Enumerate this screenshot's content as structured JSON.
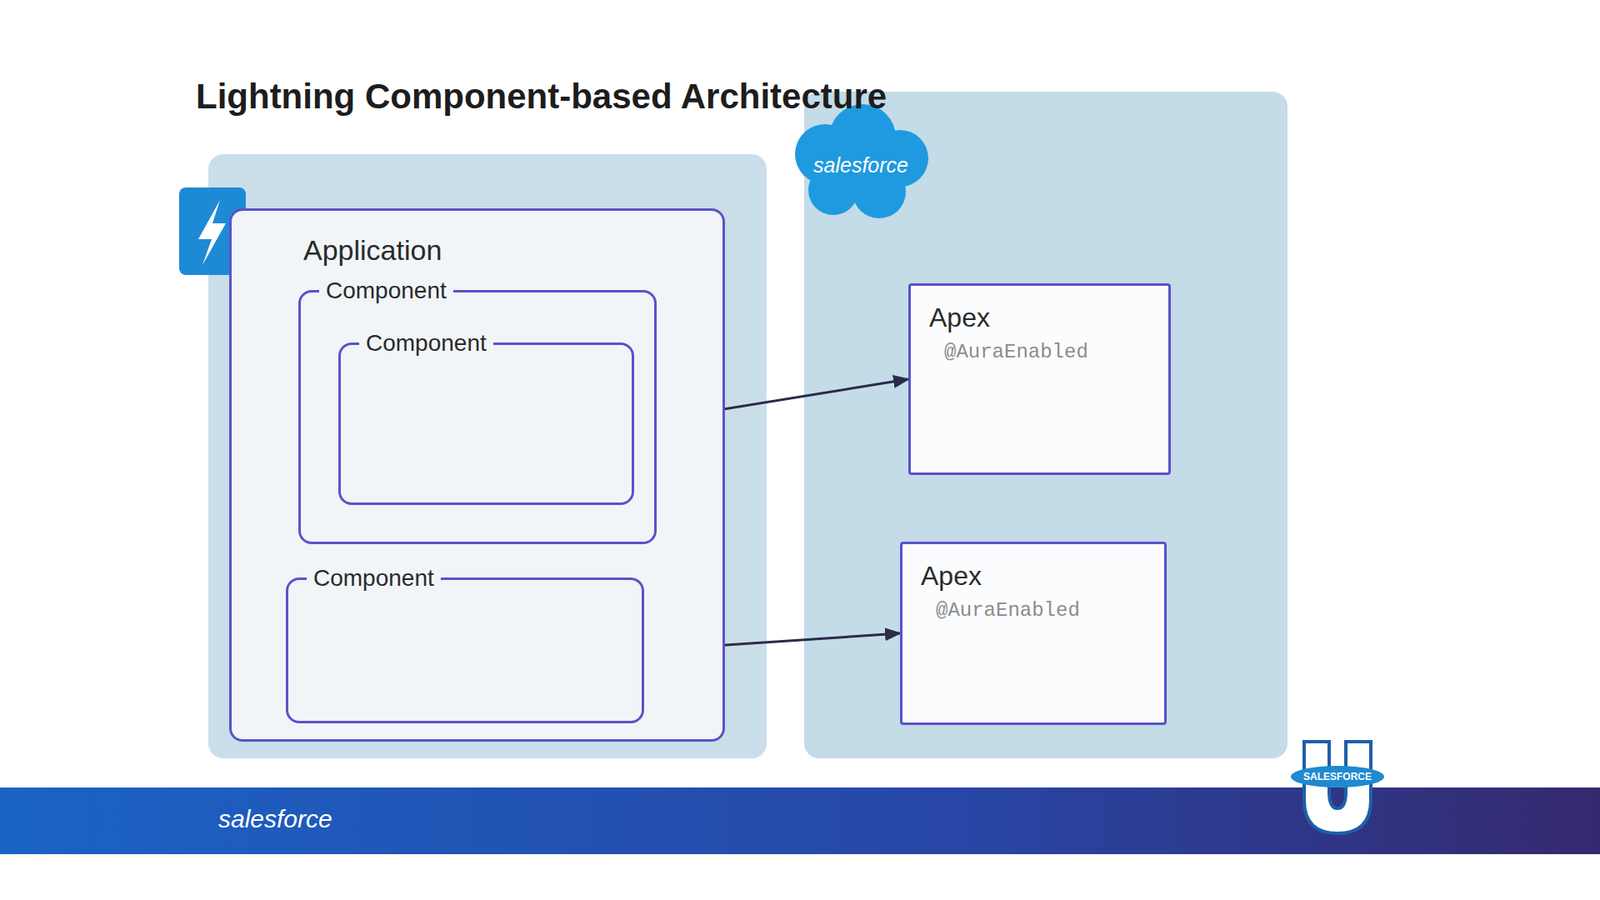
{
  "diagram": {
    "title": "Lightning Component-based Architecture",
    "nodes": [
      {
        "text": [
          "Application"
        ]
      },
      {
        "text": [
          "Component"
        ],
        "in": 0
      },
      {
        "text": [
          "Component"
        ],
        "in": 1
      },
      {
        "text": [
          "Component"
        ],
        "in": 0
      },
      {
        "text": [
          "Apex",
          "@AuraEnabled"
        ]
      },
      {
        "text": [
          "Apex",
          "@AuraEnabled"
        ]
      }
    ],
    "edges": [
      {
        "from": 2,
        "to": 4,
        "arrow": "to"
      },
      {
        "from": 3,
        "to": 5,
        "arrow": "to"
      },
      {
        "from": 3,
        "to": 2,
        "arrow": "to"
      }
    ],
    "labels": [
      "salesforce",
      "salesforce",
      "SALESFORCE"
    ]
  }
}
